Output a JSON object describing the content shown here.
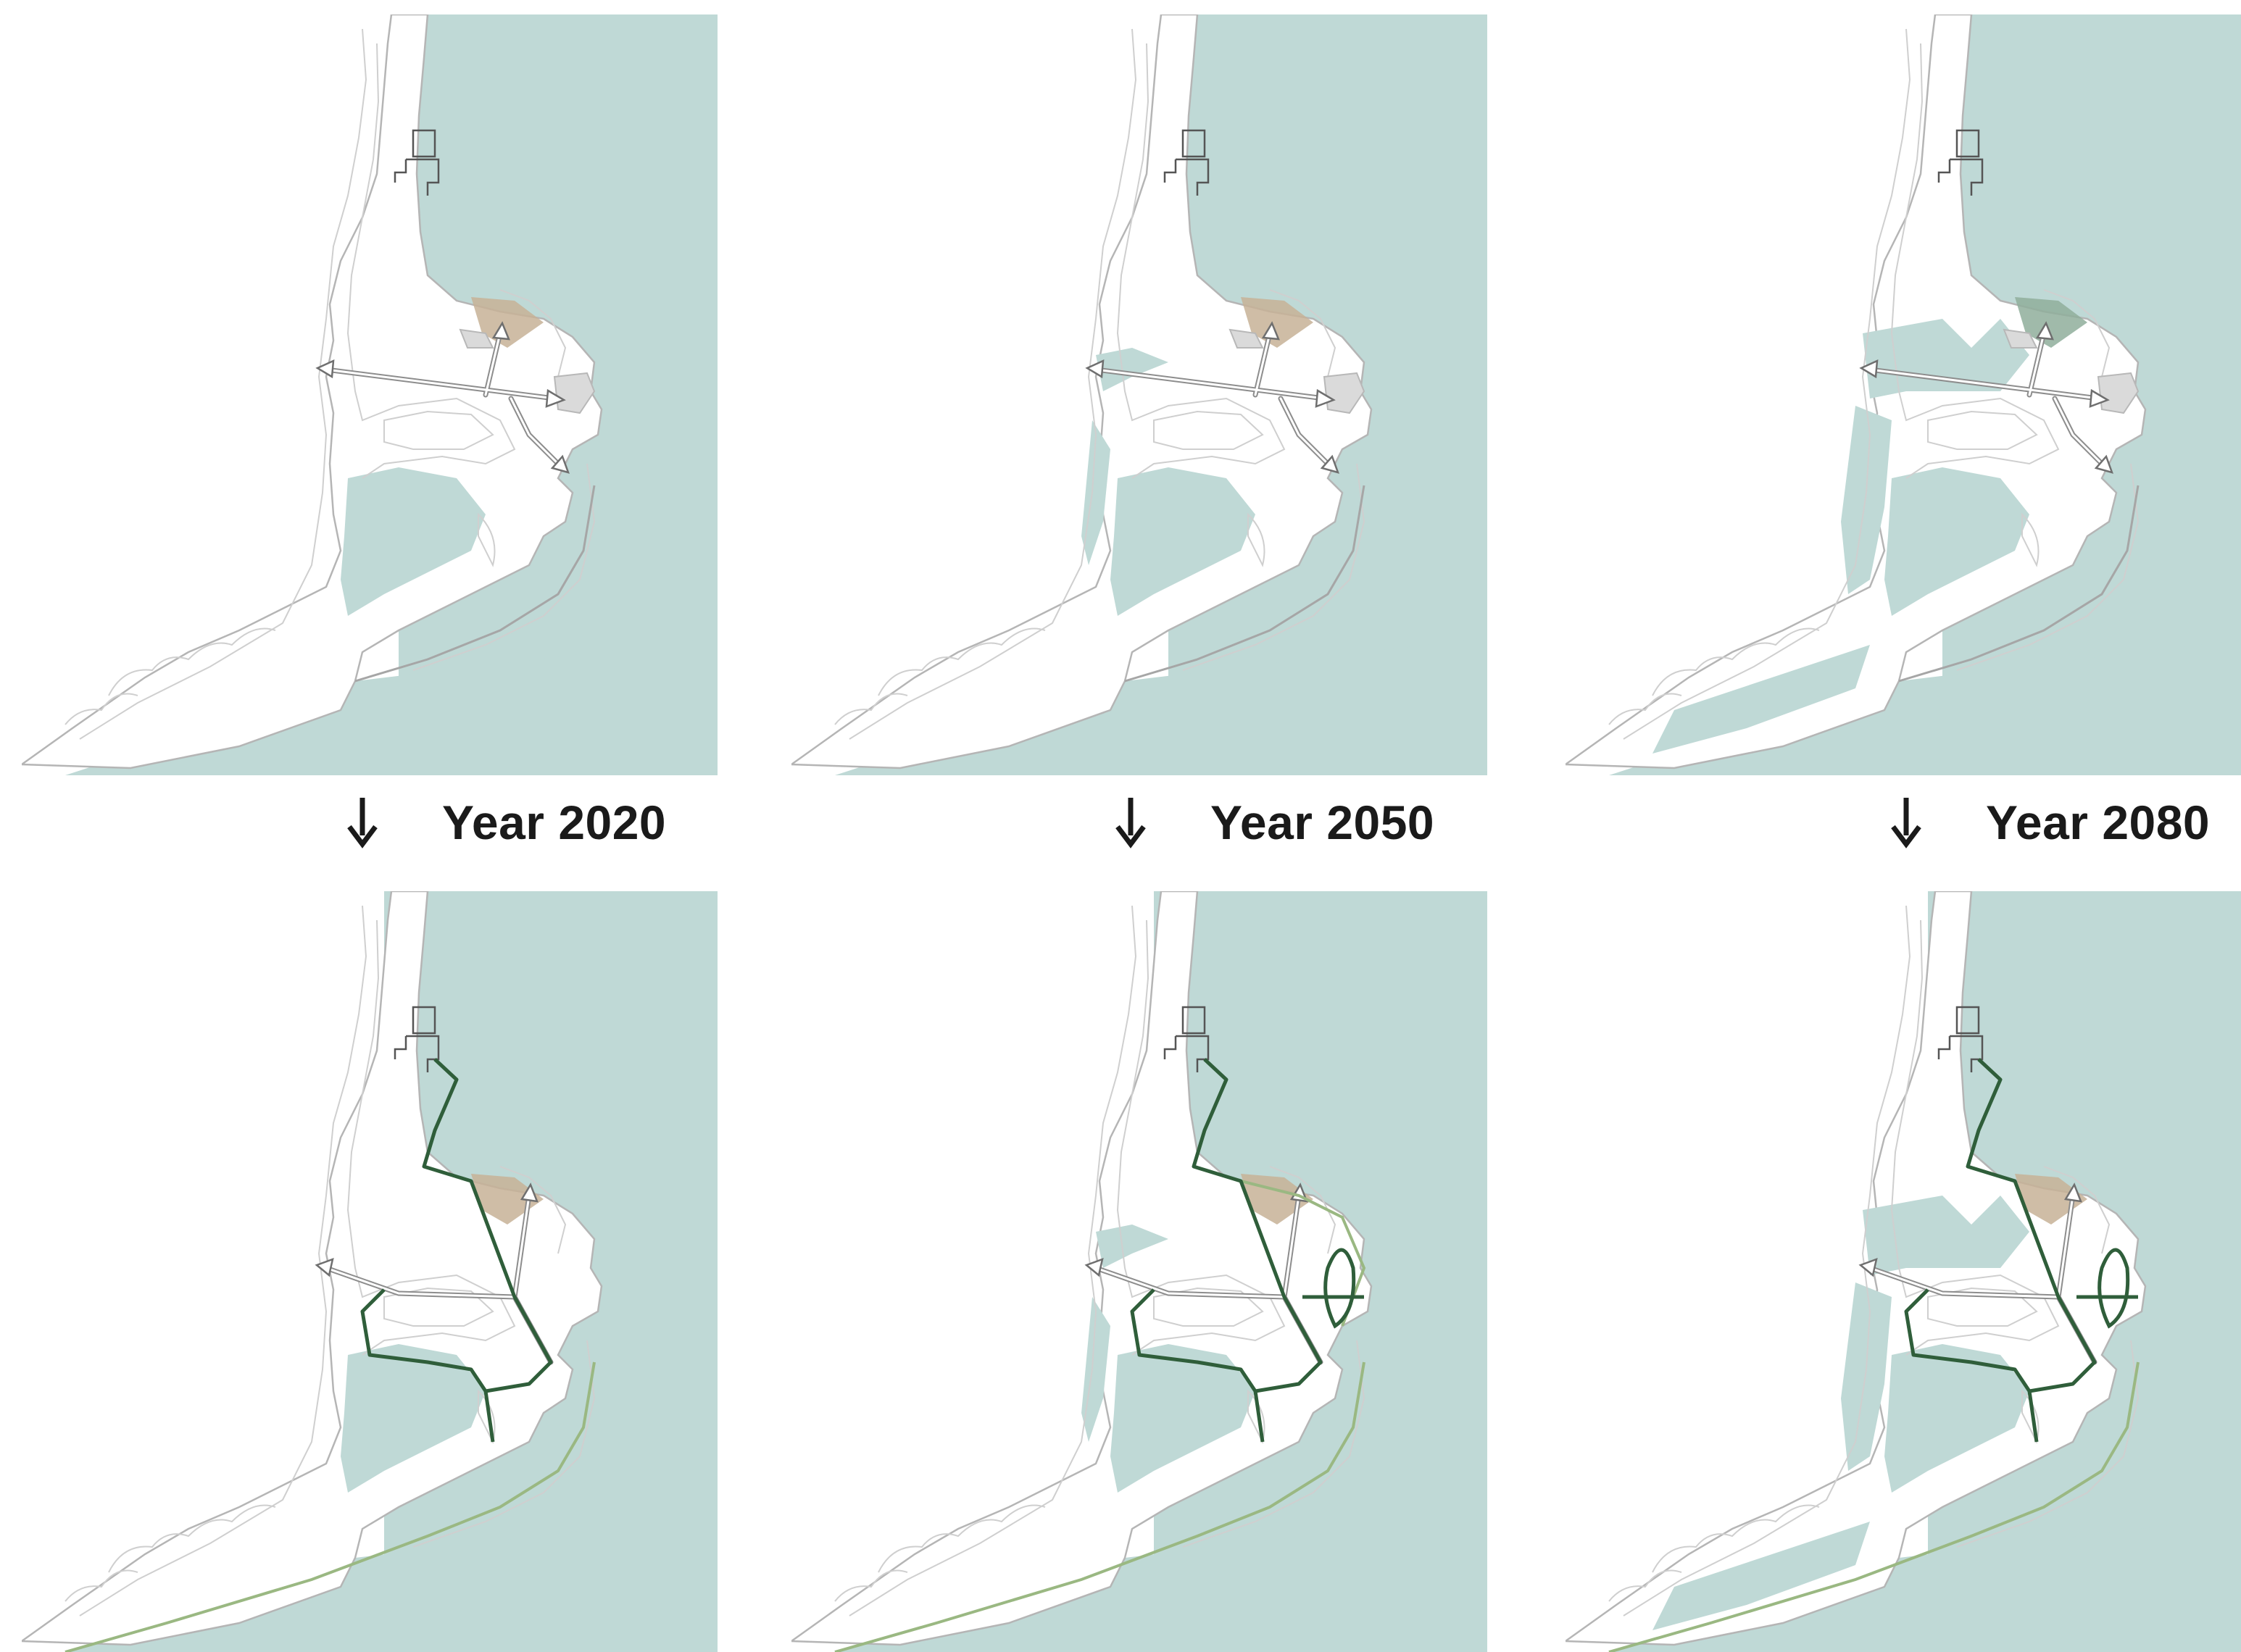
{
  "colors": {
    "water": "#bfd9d6",
    "land": "#ffffff",
    "contour": "#cfcfcf",
    "dev": "#c7b197",
    "dev_flood": "#8fae9b",
    "road": "#8d8d8d",
    "path_dark": "#2f5e3a",
    "path_light": "#9ab882"
  },
  "labels": {
    "year1": "Year 2020",
    "year2": "Year 2050",
    "year3": "Year 2080"
  },
  "icons": {
    "arrow": "arrow-down-icon"
  }
}
